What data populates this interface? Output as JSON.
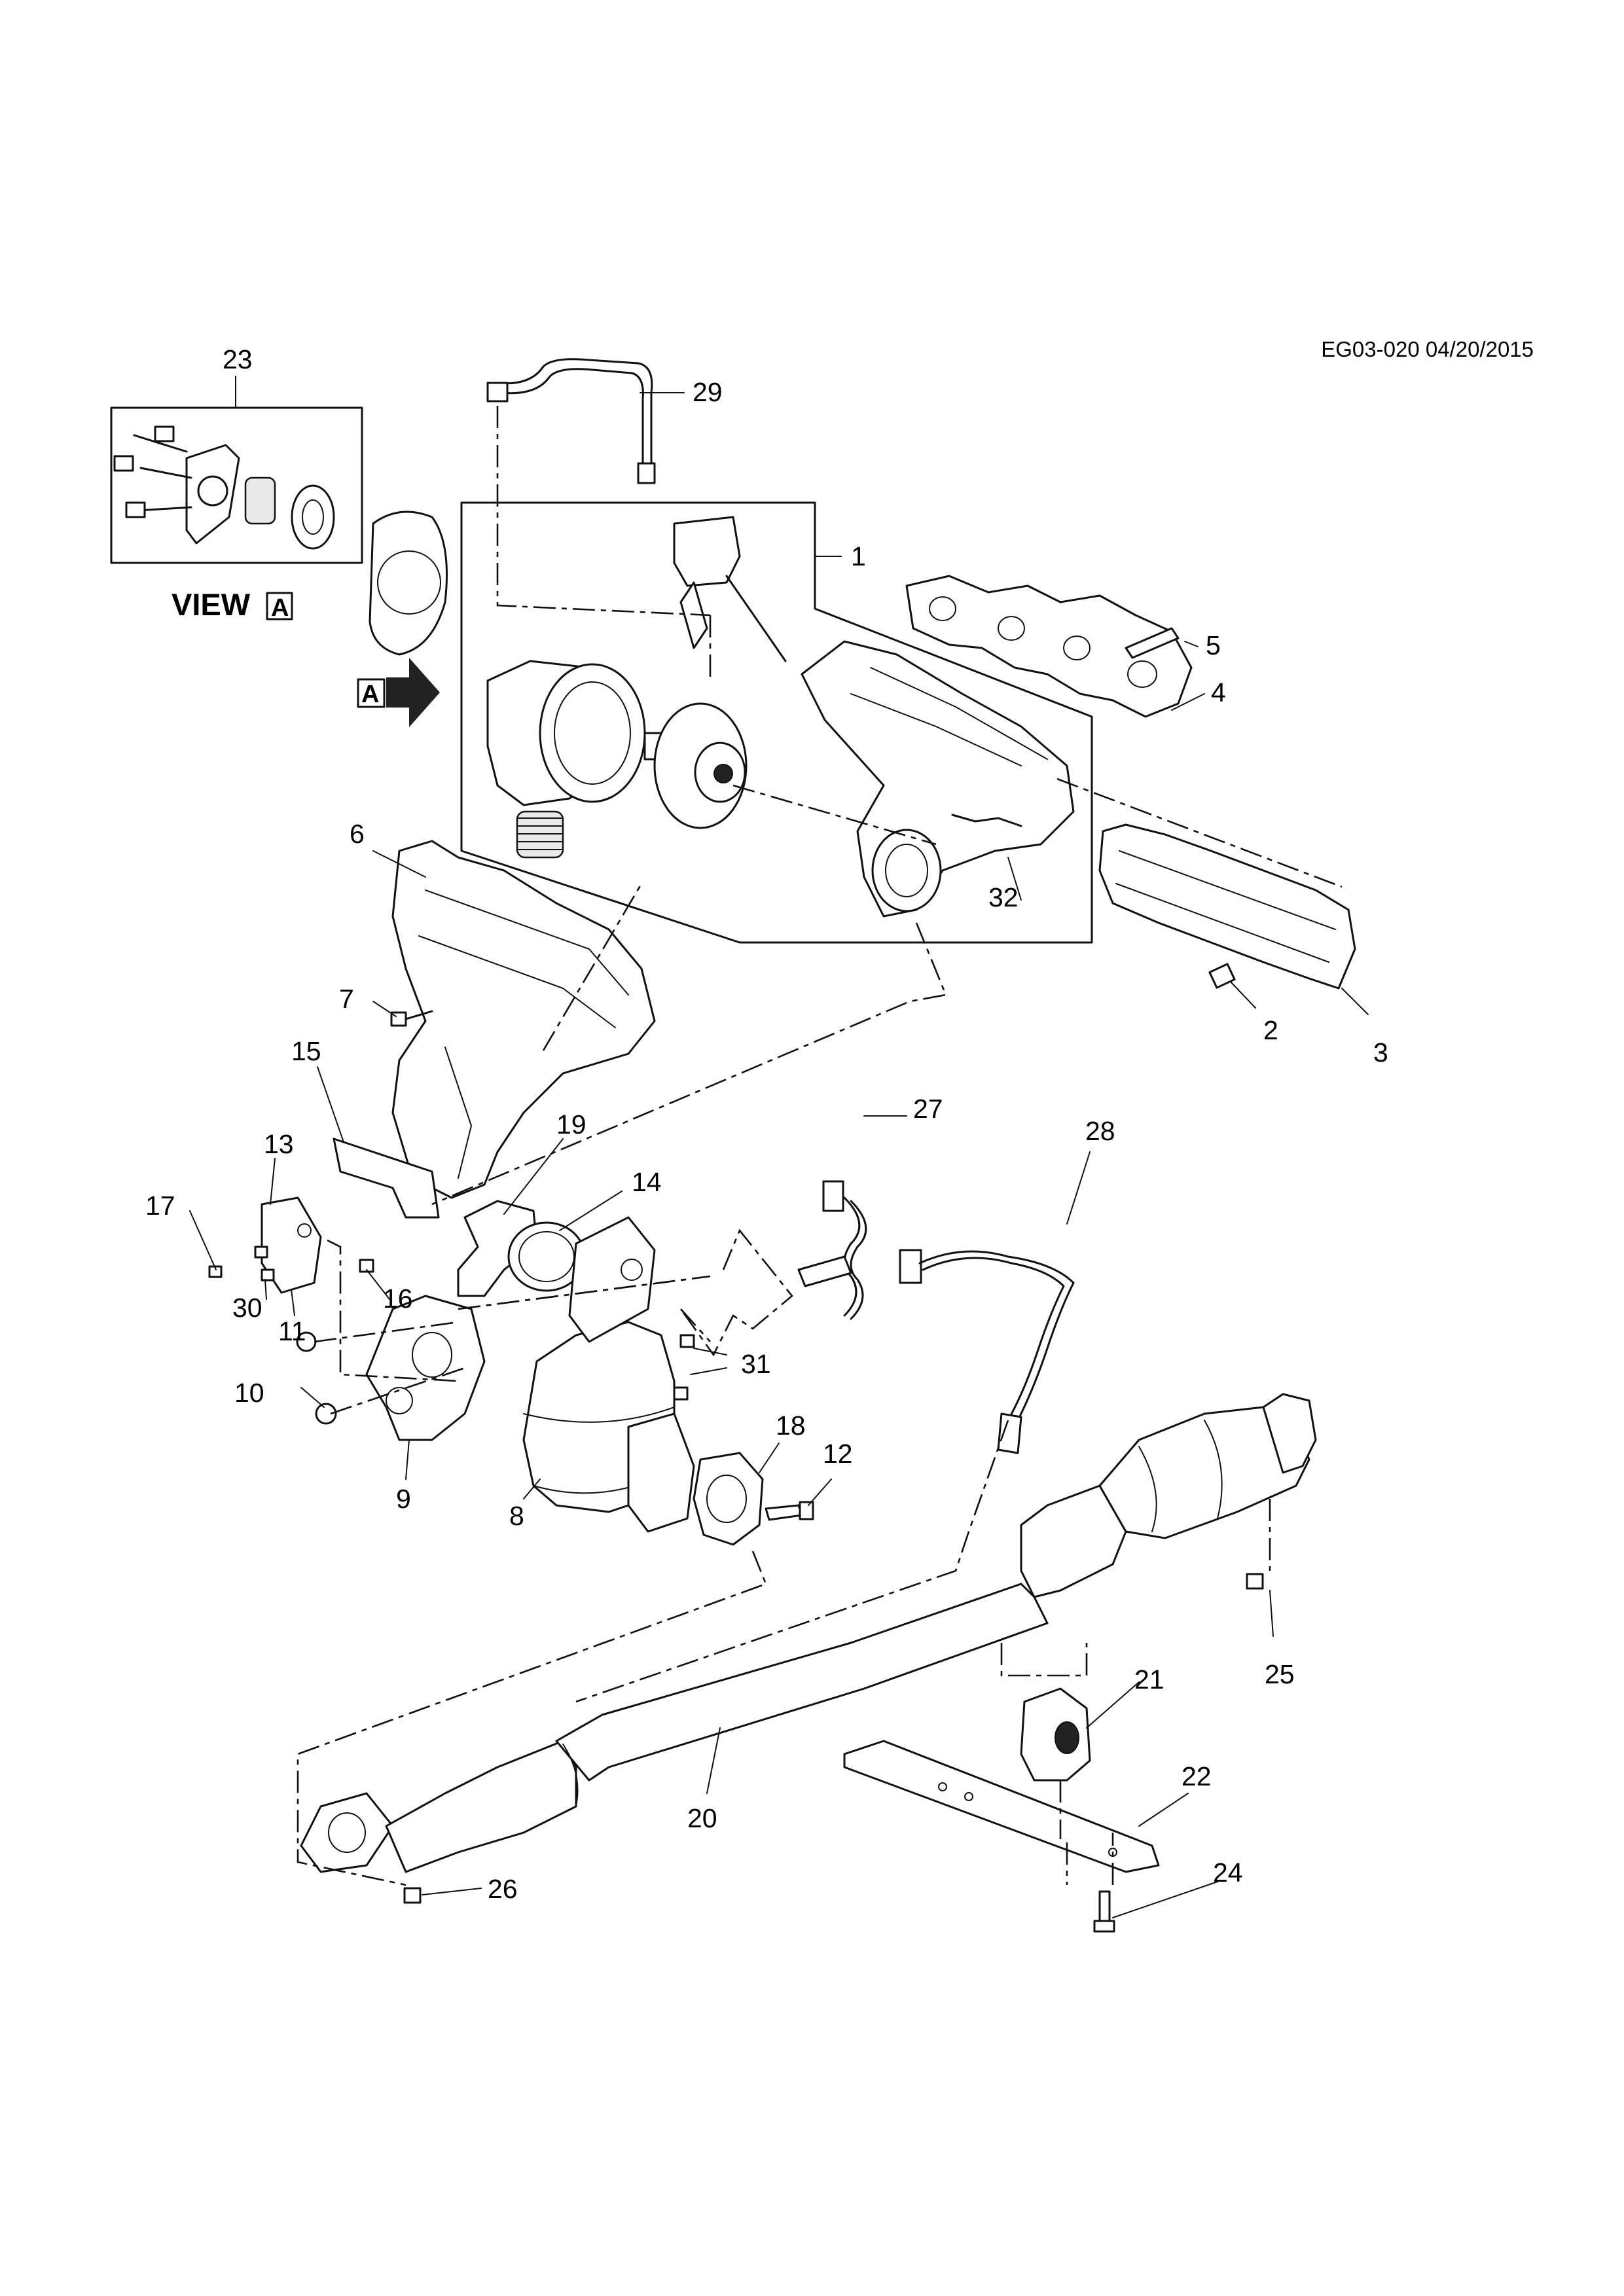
{
  "diagram": {
    "reference": "EG03-020 04/20/2015",
    "view_title": "VIEW",
    "view_letter": "A",
    "arrow_letter": "A",
    "callouts": {
      "c1": "1",
      "c2": "2",
      "c3": "3",
      "c4": "4",
      "c5": "5",
      "c6": "6",
      "c7": "7",
      "c8": "8",
      "c9": "9",
      "c10": "10",
      "c11": "11",
      "c12": "12",
      "c13": "13",
      "c14": "14",
      "c15": "15",
      "c16": "16",
      "c17": "17",
      "c18": "18",
      "c19": "19",
      "c20": "20",
      "c21": "21",
      "c22": "22",
      "c23": "23",
      "c24": "24",
      "c25": "25",
      "c26": "26",
      "c27": "27",
      "c28": "28",
      "c29": "29",
      "c30": "30",
      "c31": "31",
      "c32": "32"
    }
  }
}
